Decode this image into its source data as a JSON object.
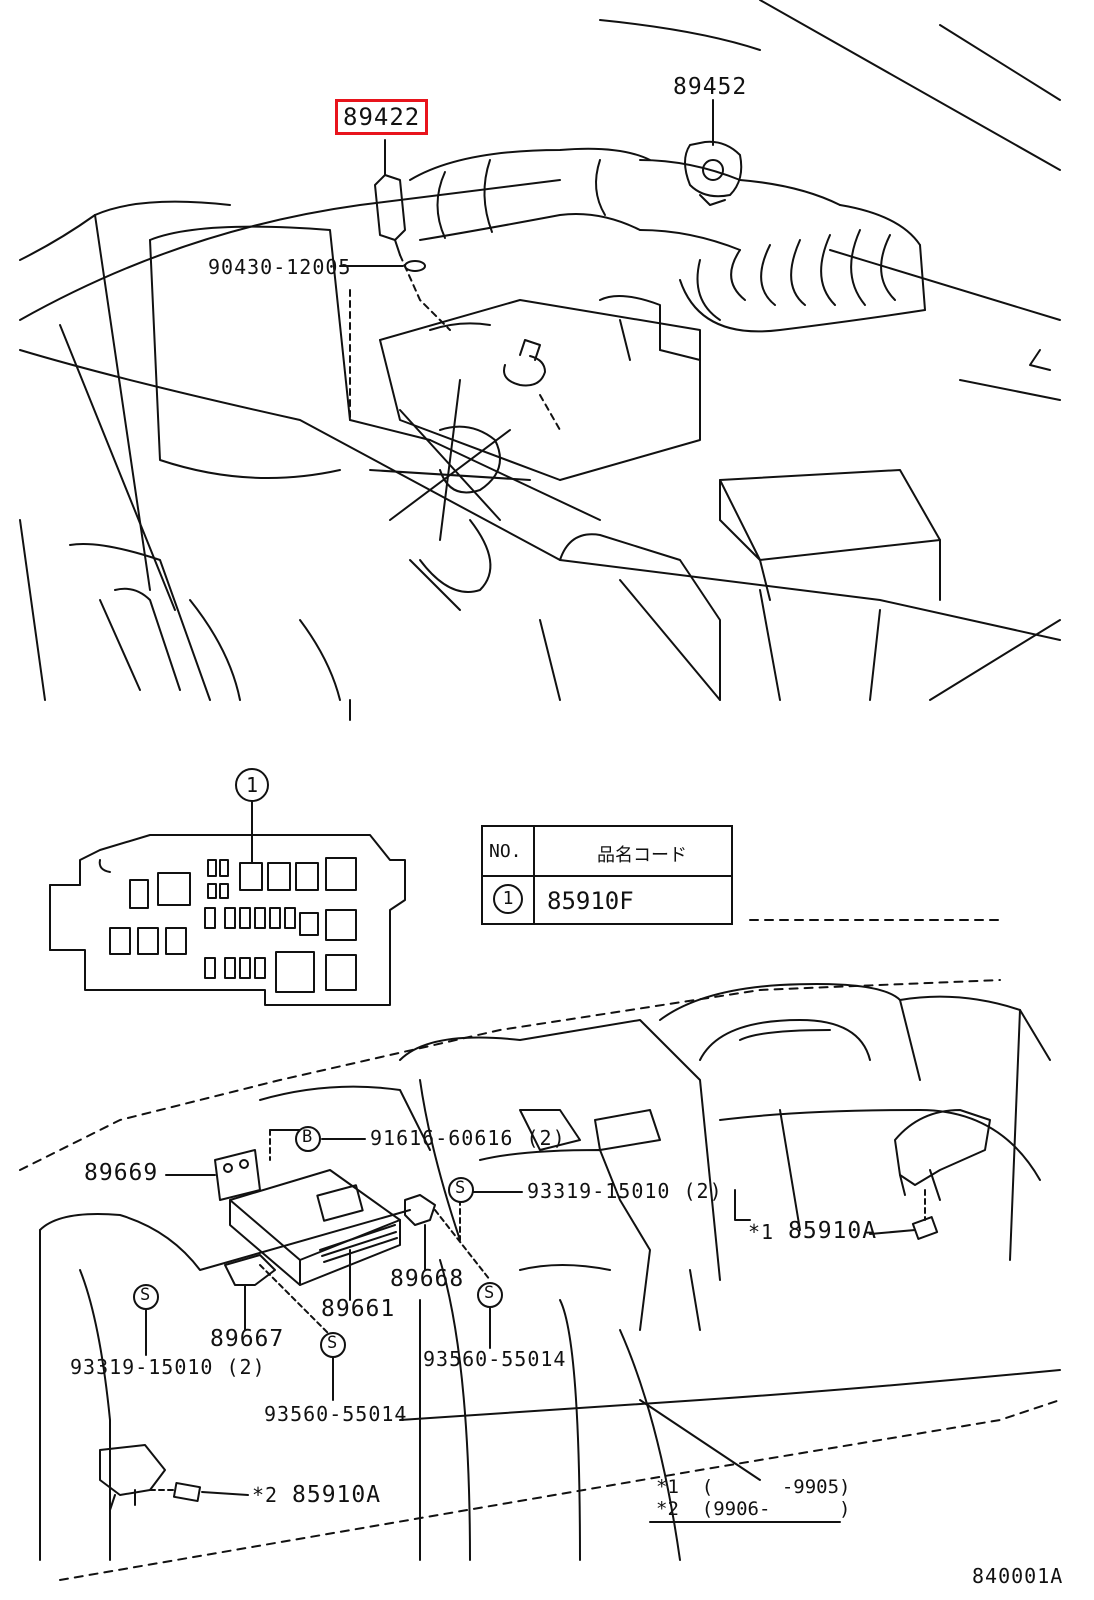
{
  "labels": {
    "p89422": "89422",
    "p89452": "89452",
    "p90430": "90430-12005",
    "p91616": "91616-60616 (2)",
    "p93319_right": "93319-15010 (2)",
    "p89669": "89669",
    "p85910A_1_mark": "*1",
    "p85910A_1": "85910A",
    "p89668": "89668",
    "p89661": "89661",
    "p89667": "89667",
    "p93319_left": "93319-15010 (2)",
    "p93560_right": "93560-55014",
    "p93560_left": "93560-55014",
    "p85910A_2_mark": "*2",
    "p85910A_2": "85910A",
    "callout_1": "1",
    "badge_b": "B",
    "badge_s": "S",
    "drawing_id": "840001A"
  },
  "table": {
    "col_no": "NO.",
    "col_code": "品名コード",
    "row_no": "1",
    "row_code": "85910F"
  },
  "footnotes": {
    "note1": "*1  (      -9905)",
    "note2": "*2  (9906-      )"
  },
  "colors": {
    "line": "#111111",
    "highlight": "#e8141c",
    "background": "#ffffff"
  }
}
